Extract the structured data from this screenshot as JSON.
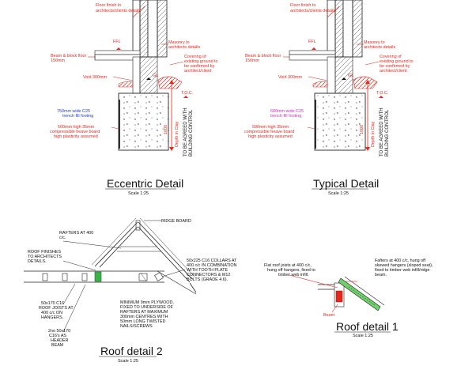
{
  "eccentric": {
    "floor_finish": [
      "Floor finish to",
      "architects/clients details"
    ],
    "ffl": "FFL",
    "masonry": [
      "Masonry to",
      "architects details"
    ],
    "beam_block": [
      "Beam & block floor",
      "150mm"
    ],
    "covering": [
      "Covering of",
      "existing ground to",
      "be confirmed by",
      "architect/client"
    ],
    "gl": "GL",
    "void": "Void 300mm",
    "toc": "T.O.C.",
    "trench": [
      "750mm wide C25",
      "trench fill footing"
    ],
    "heave": [
      "500mm high 35mm",
      "compressible heave board",
      "high plasticity assumed"
    ],
    "depth": "Depth in Clay",
    "depth_value": "1000",
    "control": [
      "TO BE AGREED WITH",
      "BUILDING CONTROL"
    ],
    "title": "Eccentric Detail",
    "scale": "Scale 1:25"
  },
  "typical": {
    "floor_finish": [
      "Floor finish to",
      "architects/clients details"
    ],
    "ffl": "FFL",
    "masonry": [
      "Masonry to",
      "architects details"
    ],
    "beam_block": [
      "Beam & block floor",
      "150mm"
    ],
    "covering": [
      "Covering of",
      "existing ground to",
      "be confirmed by",
      "architect/client"
    ],
    "gl": "GL",
    "void": "Void 300mm",
    "toc": "T.O.C.",
    "trench": [
      "600mm wide C25",
      "trench fill footing"
    ],
    "heave": [
      "500mm high 35mm",
      "compressible heave board",
      "high plasticity assumed"
    ],
    "depth": "Depth in Clay",
    "depth_value": "1000",
    "control": [
      "TO BE AGREED WITH",
      "BUILDING CONTROL"
    ],
    "title": "Typical Detail",
    "scale": "Scale 1:25"
  },
  "roof2": {
    "ridge": "RIDGE BOARD",
    "rafters": [
      "RAFTERS AT 400",
      "c/c."
    ],
    "finishes": [
      "ROOF FINISHES",
      "TO ARCHITECTS",
      "DETAILS."
    ],
    "collars": [
      "50x225 C16 COLLARS AT",
      "400 c/c IN COMBINATION",
      "WITH TOOTH PLATE",
      "CONNECTORS & M12",
      "BOLTS (GRADE 4.6)."
    ],
    "joists": [
      "50x170 C16",
      "ROOF JOISTS AT",
      "400 c/c ON",
      "HANGERS."
    ],
    "plywood": [
      "MINIMUM 9mm PLYWOOD,",
      "FIXED TO UNDERSIDE OF",
      "RAFTERS AT MAXIMUM",
      "300mm CENTRES WITH",
      "50mm LONG TWISTED",
      "NAILS/SCREWS"
    ],
    "header": [
      "2no 50x170",
      "C16's AS",
      "HEADER",
      "BEAM"
    ],
    "title": "Roof detail 2",
    "scale": "Scale 1:25"
  },
  "roof1": {
    "flat": [
      "Flat roof joists at 400 c/c,",
      "hung off hangers, fixed to",
      "timber web infill."
    ],
    "fafters": [
      "Fafters at 400 c/c, hung off",
      "skewed hangers (sloped seat),",
      "fixed to timber web infill/ridge",
      "beam."
    ],
    "beam": "Beam",
    "title": "Roof detail 1",
    "scale": "Scale 1:25"
  }
}
